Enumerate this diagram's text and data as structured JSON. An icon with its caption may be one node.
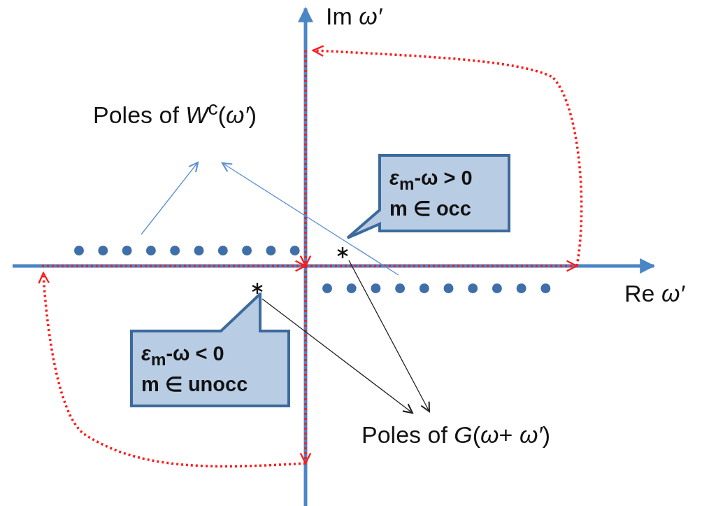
{
  "diagram": {
    "nodes": [
      {
        "text": [
          "Poles of *W*$^{c}$(*ω′*)"
        ]
      },
      {
        "text": [],
        "shape": "circle"
      },
      {
        "text": [],
        "shape": "circle"
      },
      {
        "text": [
          "Poles of *G*(*ω*+ *ω′*)"
        ]
      },
      {
        "text": [],
        "shape": "star"
      },
      {
        "text": [],
        "shape": "star"
      },
      {
        "text": [
          "*ε*$_{m}$-ω > 0",
          "m ∈ occ"
        ]
      },
      {
        "text": [
          "*ε*$_{m}$-ω < 0",
          "m ∈ unocc"
        ]
      }
    ],
    "edges": [
      {
        "from": 1,
        "to": 0,
        "arrow": "to"
      },
      {
        "from": 2,
        "to": 0,
        "arrow": "to"
      },
      {
        "from": 4,
        "to": 3,
        "arrow": "to",
        "color": "#222222"
      },
      {
        "from": 5,
        "to": 3,
        "arrow": "to",
        "color": "#222222"
      }
    ],
    "labels": [
      "Im *ω′*",
      "Re *ω′*"
    ]
  }
}
